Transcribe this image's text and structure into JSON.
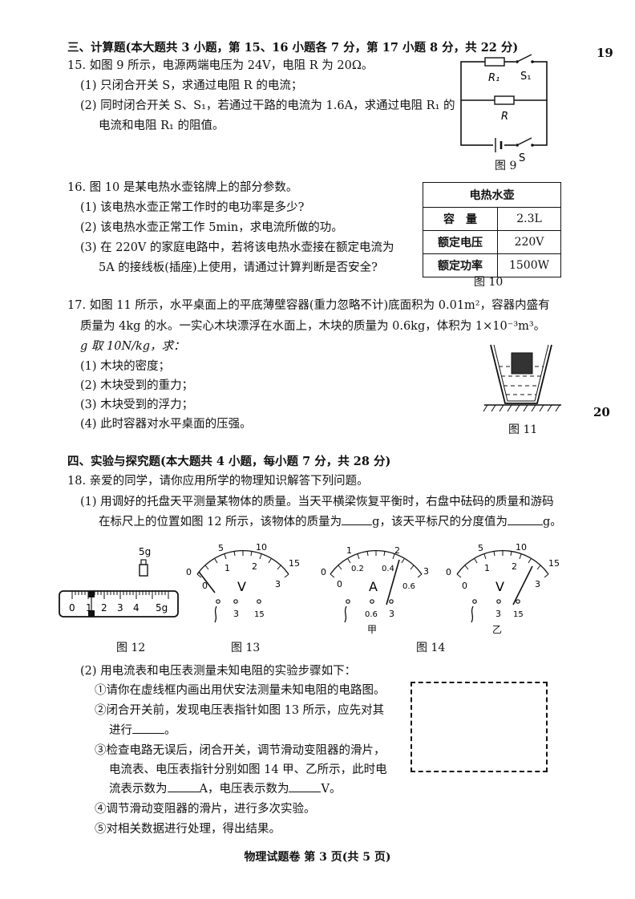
{
  "section3": {
    "heading": "三、计算题(本大题共 3 小题，第 15、16 小题各 7 分，第 17 小题 8 分，共 22 分)"
  },
  "q15": {
    "stem": "15. 如图 9 所示，电源两端电压为 24V，电阻 R 为 20Ω。",
    "p1": "(1) 只闭合开关 S，求通过电阻 R 的电流；",
    "p2a": "(2) 同时闭合开关 S、S₁，若通过干路的电流为 1.6A，求通过电阻 R₁ 的",
    "p2b": "电流和电阻 R₁ 的阻值。",
    "fig": "图 9",
    "labels": {
      "r1": "R₁",
      "s1": "S₁",
      "r": "R",
      "s": "S"
    }
  },
  "q16": {
    "stem": "16. 图 10 是某电热水壶铭牌上的部分参数。",
    "p1": "(1) 该电热水壶正常工作时的电功率是多少?",
    "p2": "(2) 该电热水壶正常工作 5min，求电流所做的功。",
    "p3a": "(3) 在 220V 的家庭电路中，若将该电热水壶接在额定电流为",
    "p3b": "5A 的接线板(插座)上使用，请通过计算判断是否安全?",
    "table": {
      "title": "电热水壶",
      "rows": [
        {
          "name": "容　量",
          "value": "2.3L"
        },
        {
          "name": "额定电压",
          "value": "220V"
        },
        {
          "name": "额定功率",
          "value": "1500W"
        }
      ]
    },
    "fig": "图 10"
  },
  "q17": {
    "line1": "17. 如图 11 所示，水平桌面上的平底薄壁容器(重力忽略不计)底面积为 0.01m²，容器内盛有",
    "line2": "质量为 4kg 的水。一实心木块漂浮在水面上，木块的质量为 0.6kg，体积为 1×10⁻³m³。",
    "line3": "g 取 10N/kg，求：",
    "p1": "(1) 木块的密度；",
    "p2": "(2) 木块受到的重力；",
    "p3": "(3) 木块受到的浮力；",
    "p4": "(4) 此时容器对水平桌面的压强。",
    "fig": "图 11"
  },
  "section4": {
    "heading": "四、实验与探究题(本大题共 4 小题，每小题 7 分，共 28 分)"
  },
  "q18": {
    "stem": "18. 亲爱的同学，请你应用所学的物理知识解答下列问题。",
    "p1a": "(1) 用调好的托盘天平测量某物体的质量。当天平横梁恢复平衡时，右盘中砝码的质量和游码",
    "p1b_1": "在标尺上的位置如图 12 所示，该物体的质量为",
    "p1b_2": "g，该天平标尺的分度值为",
    "p1b_3": "g。",
    "fig12": "图 12",
    "fig13": "图 13",
    "fig14": "图 14",
    "jia": "甲",
    "yi": "乙",
    "weight": "5g",
    "ruler": {
      "ticks": [
        "0",
        "1",
        "2",
        "3",
        "4",
        "5g"
      ]
    },
    "meter_v": {
      "top": [
        "0",
        "5",
        "10",
        "15"
      ],
      "bottom": [
        "0",
        "1",
        "2",
        "3"
      ],
      "symbol": "V",
      "terms": [
        "3",
        "15"
      ]
    },
    "meter_a": {
      "top": [
        "0",
        "1",
        "2",
        "3"
      ],
      "bottom": [
        "0",
        "0.2",
        "0.4",
        "0.6"
      ],
      "symbol": "A",
      "terms": [
        "0.6",
        "3"
      ]
    },
    "p2": "(2) 用电流表和电压表测量未知电阻的实验步骤如下：",
    "s1": "①请你在虚线框内画出用伏安法测量未知电阻的电路图。",
    "s2a": "②闭合开关前，发现电压表指针如图 13 所示，应先对其",
    "s2b_1": "进行",
    "s2b_2": "。",
    "s3a": "③检查电路无误后，闭合开关，调节滑动变阻器的滑片，",
    "s3b": "电流表、电压表指针分别如图 14 甲、乙所示，此时电",
    "s3c_1": "流表示数为",
    "s3c_2": "A，电压表示数为",
    "s3c_3": "V。",
    "s4": "④调节滑动变阻器的滑片，进行多次实验。",
    "s5": "⑤对相关数据进行处理，得出结果。"
  },
  "footer": "物理试题卷 第 3 页(共 5 页)",
  "margin": {
    "top": "19",
    "mid": "20"
  }
}
